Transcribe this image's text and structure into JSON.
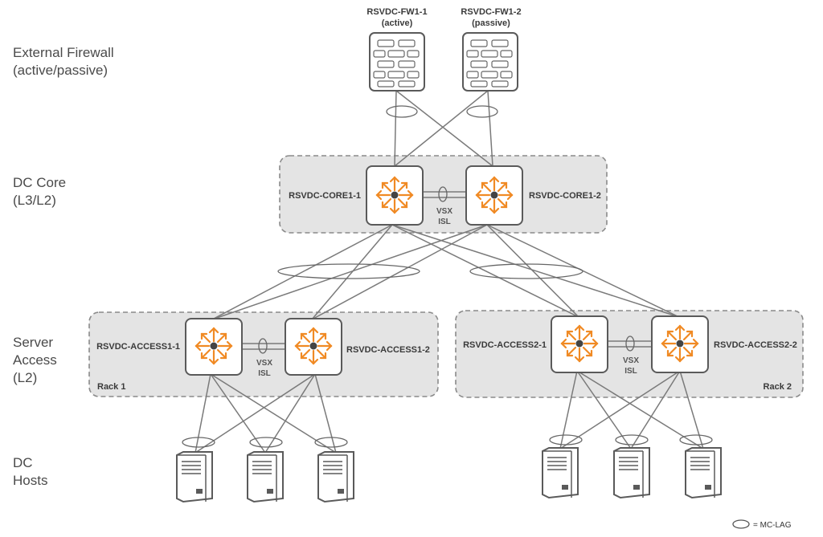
{
  "tiers": {
    "firewall": [
      "External Firewall",
      "(active/passive)"
    ],
    "core": [
      "DC Core",
      "(L3/L2)"
    ],
    "access": [
      "Server",
      "Access",
      "(L2)"
    ],
    "hosts": [
      "DC",
      "Hosts"
    ]
  },
  "firewalls": [
    {
      "name": "RSVDC-FW1-1",
      "role": "(active)"
    },
    {
      "name": "RSVDC-FW1-2",
      "role": "(passive)"
    }
  ],
  "core": {
    "left": "RSVDC-CORE1-1",
    "right": "RSVDC-CORE1-2",
    "isl": [
      "VSX",
      "ISL"
    ]
  },
  "access": [
    {
      "left": "RSVDC-ACCESS1-1",
      "right": "RSVDC-ACCESS1-2",
      "rack": "Rack 1",
      "isl": [
        "VSX",
        "ISL"
      ]
    },
    {
      "left": "RSVDC-ACCESS2-1",
      "right": "RSVDC-ACCESS2-2",
      "rack": "Rack 2",
      "isl": [
        "VSX",
        "ISL"
      ]
    }
  ],
  "legend": "= MC-LAG",
  "colors": {
    "switch_arrow": "#f08a24",
    "link": "#7a7a7a",
    "group_fill": "#e4e4e4",
    "group_border": "#8a8a8a",
    "device_border": "#5a5a5a"
  },
  "icons": {
    "firewall": "firewall-icon",
    "switch": "switch-icon",
    "server": "server-icon"
  }
}
